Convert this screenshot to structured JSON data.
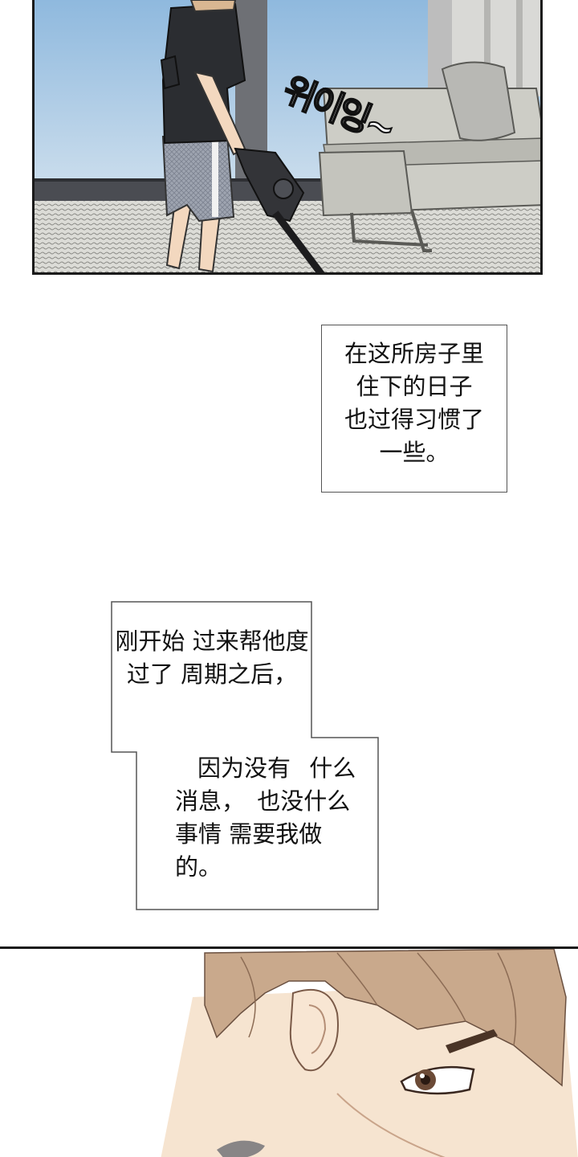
{
  "panels": {
    "top": {
      "sound_effect": "위이잉~"
    }
  },
  "captions": {
    "first": {
      "lines": [
        "在这所房子里",
        "住下的日子",
        "也过得习惯了",
        "一些。"
      ]
    },
    "second": {
      "upper_lines": [
        "刚开始",
        "过来帮他度过了",
        "周期之后，"
      ],
      "lower_lines": [
        "因为没有",
        "什么消息，",
        "也没什么事情",
        "需要我做的。"
      ]
    }
  },
  "colors": {
    "sky": "#a9cbe6",
    "floor": "#d8d8d4",
    "sofa": "#cfcfc8",
    "hair": "#c9a98c",
    "skin": "#f6e4d0"
  }
}
